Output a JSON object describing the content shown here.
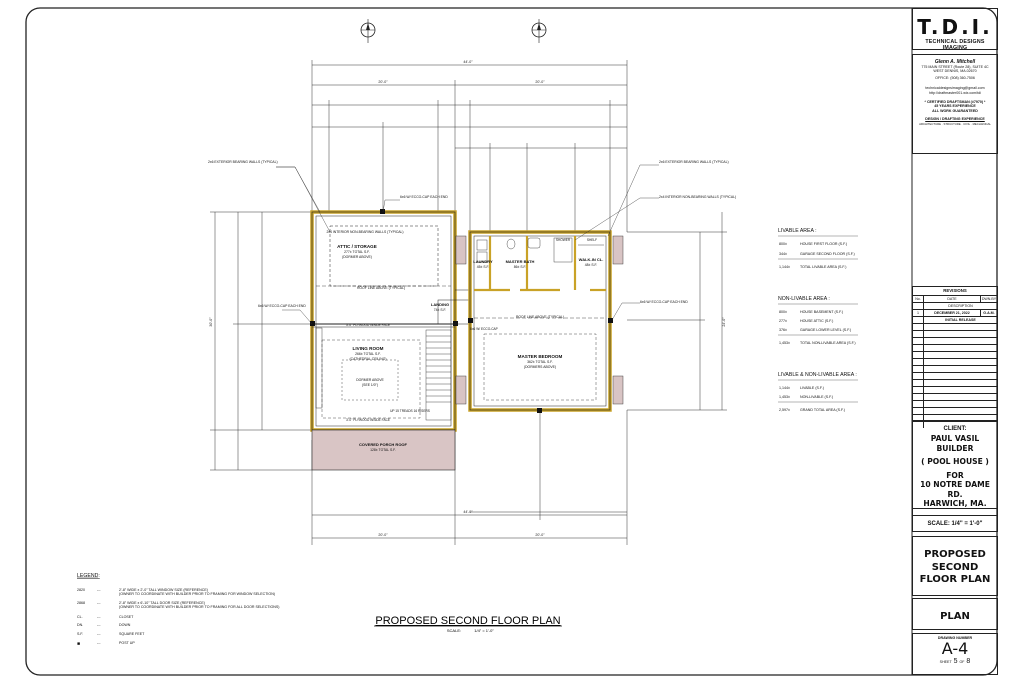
{
  "title_block": {
    "company": "T.D.I.",
    "company_sub": "TECHNICAL DESIGNS IMAGING",
    "designer": "Glenn A. Mitchell",
    "address_line1": "775 MAIN STREET (Route 28), SUITE 4C",
    "address_line2": "WEST DENNIS, MA.02670",
    "office": "OFFICE: (508) 360-7506",
    "email": "technicaldesignsimaging@gmail.com",
    "website": "http://draftmaster001.wix.com/tdi",
    "cert1": "* CERTIFIED DRAFTSMAN (#7970) *",
    "cert2": "45 YEARS EXPERIENCE",
    "cert3": "ALL WORK GUARANTEED",
    "services_title": "DESIGN / DRAFTING EXPERIENCE",
    "services": "ARCHITECTURE · STRUCTURE · CIVIL · MECHANICAL",
    "revisions_title": "REVISIONS",
    "rev_headers": [
      "No.",
      "DATE",
      "DWN.BY"
    ],
    "rev_desc_header": "DESCRIPTION",
    "rev_entry": {
      "no": "1",
      "date": "DECEMBER 21, 2022",
      "by": "G.A.M.",
      "desc": "INITIAL RELEASE"
    },
    "client_label": "CLIENT:",
    "client_name": "PAUL VASIL",
    "client_type": "BUILDER",
    "project": "( POOL HOUSE )",
    "for_label": "FOR",
    "site_line1": "10 NOTRE DAME RD.",
    "site_line2": "HARWICH, MA.",
    "scale": "SCALE: 1/4\" = 1'-0\"",
    "sheet_title": "PROPOSED SECOND FLOOR PLAN",
    "sheet_type": "PLAN",
    "drawing_number_label": "DRAWING NUMBER",
    "drawing_number": "A-4",
    "sheet_label": "SHEET",
    "sheet_no": "5",
    "of_label": "OF",
    "sheet_total": "8"
  },
  "drawing": {
    "title": "PROPOSED SECOND FLOOR PLAN",
    "scale_label": "SCALE:",
    "scale_value": "1/4\" = 1'-0\"",
    "rooms": {
      "attic": {
        "name": "ATTIC / STORAGE",
        "area": "277± TOTAL S.F.",
        "note": "(DORMER ABOVE)"
      },
      "laundry": {
        "name": "LAUNDRY",
        "area": "45± S.F."
      },
      "bath": {
        "name": "MASTER BATH",
        "area": "86± S.F."
      },
      "walkin": {
        "name": "WALK-IN CL.",
        "area": "48± S.F."
      },
      "landing": {
        "name": "LANDING",
        "area": "74± S.F."
      },
      "living": {
        "name": "LIVING ROOM",
        "area": "266± TOTAL S.F.",
        "note": "(CATHEDRAL CEILING)",
        "dormer": "DORMER ABOVE",
        "dormer_area": "(SEE 1/0\")"
      },
      "bedroom": {
        "name": "MASTER BEDROOM",
        "area": "362± TOTAL S.F.",
        "note": "(DORMERS ABOVE)"
      },
      "porch": {
        "name": "COVERED PORCH ROOF",
        "area": "128± TOTAL S.F."
      }
    },
    "notes": {
      "ext_walls_left": "2x6 EXTERIOR BEARING WALLS (TYPICAL)",
      "ext_walls_right": "2x6 EXTERIOR BEARING WALLS (TYPICAL)",
      "int_walls_right": "2x4 INTERIOR NON-BEARING WALLS (TYPICAL)",
      "int_walls_attic": "2x4 INTERIOR NON-BEARING WALLS (TYPICAL)",
      "eccc_top": "6x6 W/ ECCO-CAP EACH END",
      "eccc_left": "6x6 W/ ECCO-CAP EACH END",
      "eccc_right": "6x6 W/ ECCO-CAP EACH END",
      "eccc_mid": "6x6 W/ ECCO-CAP",
      "roof_line": "ROOF LINE ABOVE (TYPICAL)",
      "roof_line2": "ROOF LINE ABOVE (TYPICAL)",
      "plywood1": "3'-0\" PLYWOOD INSIDE FACE",
      "plywood2": "3'-0\" PLYWOOD INSIDE FACE",
      "stairs": "UP 15 TREADS 16 RISERS",
      "shower": "SHOWER",
      "shelf": "SHELF"
    },
    "dims": {
      "overall_width": "44'-0\"",
      "left_width": "20'-0\"",
      "right_width": "20'-0\"",
      "overall_depth": "30'-0\"",
      "right_depth": "24'-0\""
    }
  },
  "areas": {
    "livable_title": "LIVABLE AREA :",
    "livable": [
      {
        "value": "800±",
        "label": "HOUSE FIRST FLOOR (S.F.)"
      },
      {
        "value": "344±",
        "label": "GARAGE SECOND FLOOR (S.F.)"
      }
    ],
    "livable_total": {
      "value": "1,144±",
      "label": "TOTAL LIVABLE AREA (S.F.)"
    },
    "nonlivable_title": "NON-LIVABLE AREA :",
    "nonlivable": [
      {
        "value": "800±",
        "label": "HOUSE BASEMENT (S.F.)"
      },
      {
        "value": "277±",
        "label": "HOUSE ATTIC (S.F.)"
      },
      {
        "value": "376±",
        "label": "GARAGE LOWER LEVEL (S.F.)"
      }
    ],
    "nonlivable_total": {
      "value": "1,453±",
      "label": "TOTAL NON-LIVABLE AREA (S.F.)"
    },
    "combined_title": "LIVABLE & NON-LIVABLE AREA :",
    "combined": [
      {
        "value": "1,144±",
        "label": "LIVABLE (S.F.)"
      },
      {
        "value": "1,453±",
        "label": "NON-LIVABLE (S.F.)"
      }
    ],
    "combined_total": {
      "value": "2,597±",
      "label": "GRAND TOTAL AREA (S.F.)"
    }
  },
  "legend": {
    "title": "LEGEND:",
    "items": [
      {
        "sym": "2820",
        "dash": "---",
        "text": "2'-8\" WIDE x 2'-0\" TALL WINDOW SIZE (REFERENCE)",
        "sub": "(OWNER TO COORDINATE WITH BUILDER PRIOR TO FRAMING FOR WINDOW SELECTION)"
      },
      {
        "sym": "2868",
        "dash": "---",
        "text": "2'-8\" WIDE x 6'-10\" TALL DOOR SIZE (REFERENCE)",
        "sub": "(OWNER TO COORDINATE WITH BUILDER PRIOR TO FRAMING FOR ALL DOOR SELECTIONS)"
      },
      {
        "sym": "CL.",
        "dash": "---",
        "text": "CLOSET",
        "sub": ""
      },
      {
        "sym": "DN.",
        "dash": "---",
        "text": "DOWN",
        "sub": ""
      },
      {
        "sym": "S.F.",
        "dash": "---",
        "text": "SQUARE FEET",
        "sub": ""
      },
      {
        "sym": "■",
        "dash": "---",
        "text": "POST UP",
        "sub": ""
      }
    ]
  }
}
